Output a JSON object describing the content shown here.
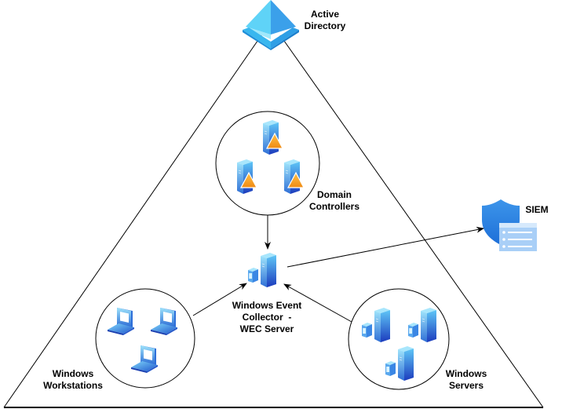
{
  "title": "Windows Event Forwarding Architecture",
  "nodes": {
    "active_directory": {
      "label_line1": "Active",
      "label_line2": "Directory",
      "icon": "azure-active-directory-icon"
    },
    "domain_controllers": {
      "label_line1": "Domain",
      "label_line2": "Controllers",
      "icon": "domain-controller-server-icon",
      "count": 3
    },
    "wec_server": {
      "label_line1": "Windows Event",
      "label_line2": "Collector  -",
      "label_line3": "WEC Server",
      "icon": "server-icon"
    },
    "siem": {
      "label": "SIEM",
      "icon": "shield-list-icon"
    },
    "workstations": {
      "label_line1": "Windows",
      "label_line2": "Workstations",
      "icon": "laptop-icon",
      "count": 3
    },
    "servers": {
      "label_line1": "Windows",
      "label_line2": "Servers",
      "icon": "server-icon",
      "count": 3
    }
  },
  "edges": [
    {
      "from": "domain_controllers",
      "to": "wec_server",
      "arrow": true
    },
    {
      "from": "workstations",
      "to": "wec_server",
      "arrow": true
    },
    {
      "from": "servers",
      "to": "wec_server",
      "arrow": true
    },
    {
      "from": "wec_server",
      "to": "siem",
      "arrow": true
    }
  ],
  "colors": {
    "line": "#000000",
    "icon_blue_light": "#5ec8f5",
    "icon_blue_dark": "#1e3fbf",
    "ad_cyan": "#50c8f0",
    "warning_orange": "#f5a623",
    "siem_blue": "#2f86e6"
  }
}
